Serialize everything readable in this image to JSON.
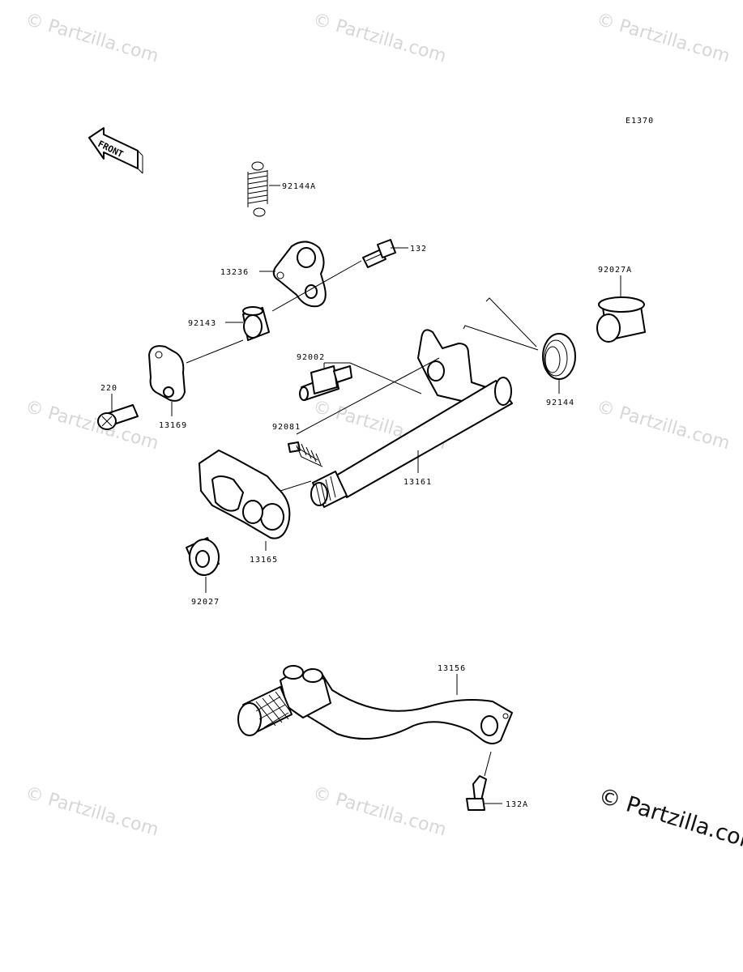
{
  "diagram": {
    "code": "E1370",
    "front_label": "FRONT",
    "watermark_small": "© Partzilla.com",
    "watermark_big": "© Partzilla.com",
    "parts": [
      {
        "id": "p92144A",
        "label": "92144A"
      },
      {
        "id": "p132",
        "label": "132"
      },
      {
        "id": "p13236",
        "label": "13236"
      },
      {
        "id": "p92027A",
        "label": "92027A"
      },
      {
        "id": "p92143",
        "label": "92143"
      },
      {
        "id": "p92002",
        "label": "92002"
      },
      {
        "id": "p220",
        "label": "220"
      },
      {
        "id": "p13169",
        "label": "13169"
      },
      {
        "id": "p92081",
        "label": "92081"
      },
      {
        "id": "p92144",
        "label": "92144"
      },
      {
        "id": "p13161",
        "label": "13161"
      },
      {
        "id": "p13165",
        "label": "13165"
      },
      {
        "id": "p92027",
        "label": "92027"
      },
      {
        "id": "p13156",
        "label": "13156"
      },
      {
        "id": "p132A",
        "label": "132A"
      }
    ]
  }
}
